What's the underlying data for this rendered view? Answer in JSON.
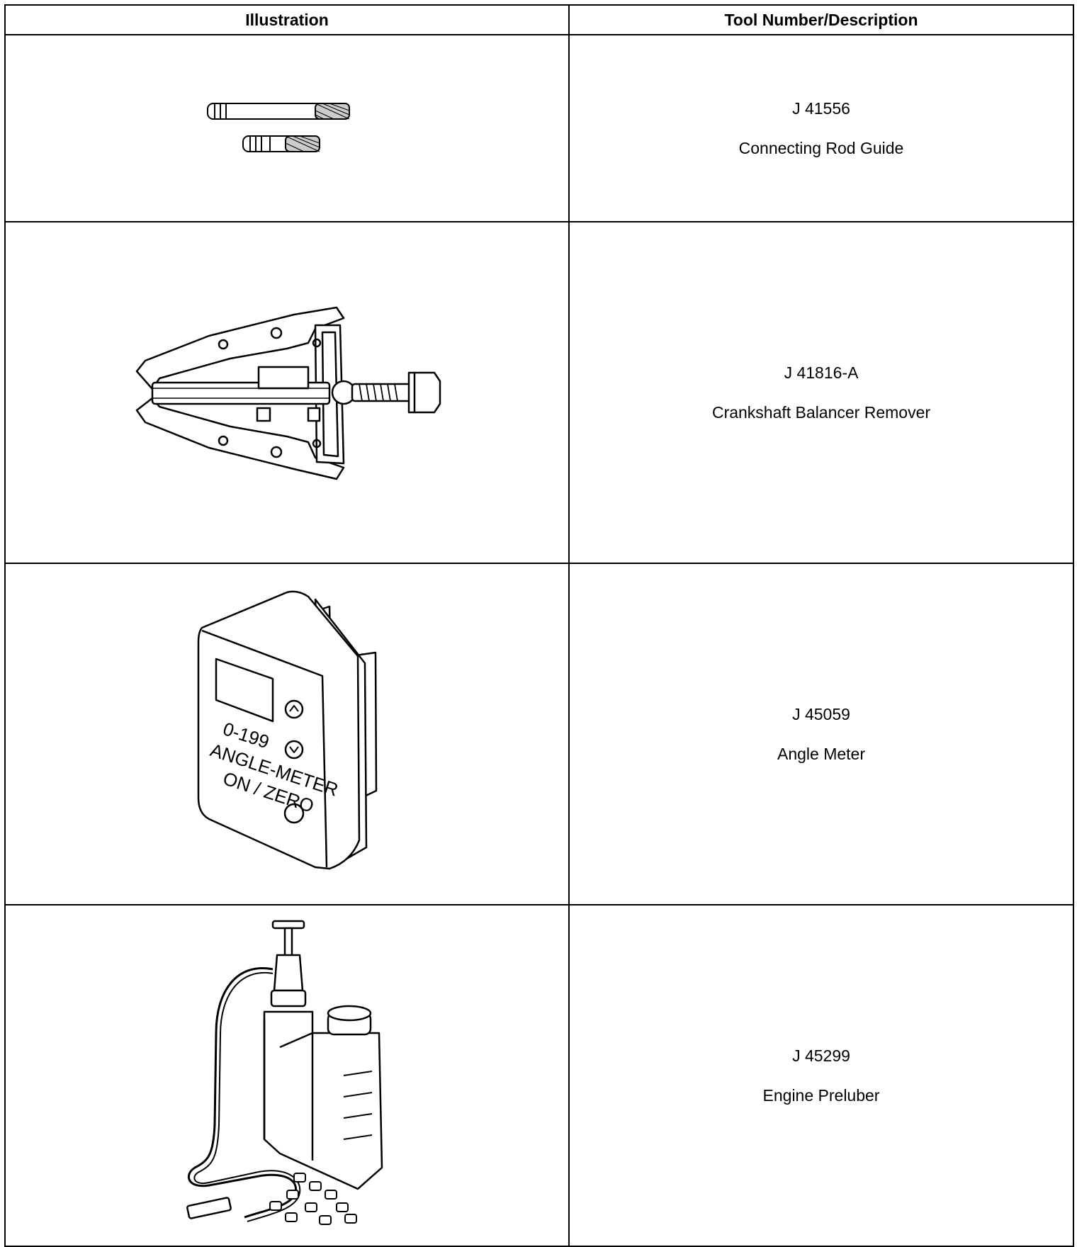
{
  "table": {
    "headers": [
      "Illustration",
      "Tool Number/Description"
    ],
    "rows": [
      {
        "tool_number": "J 41556",
        "description": "Connecting Rod Guide",
        "icon": "connecting-rod-guide-illustration"
      },
      {
        "tool_number": "J 41816-A",
        "description": "Crankshaft Balancer Remover",
        "icon": "balancer-remover-illustration"
      },
      {
        "tool_number": "J 45059",
        "description": "Angle Meter",
        "icon": "angle-meter-illustration",
        "device_labels": [
          "0-199",
          "ANGLE-METER",
          "ON / ZERO"
        ]
      },
      {
        "tool_number": "J 45299",
        "description": "Engine Preluber",
        "icon": "engine-preluber-illustration"
      }
    ]
  }
}
